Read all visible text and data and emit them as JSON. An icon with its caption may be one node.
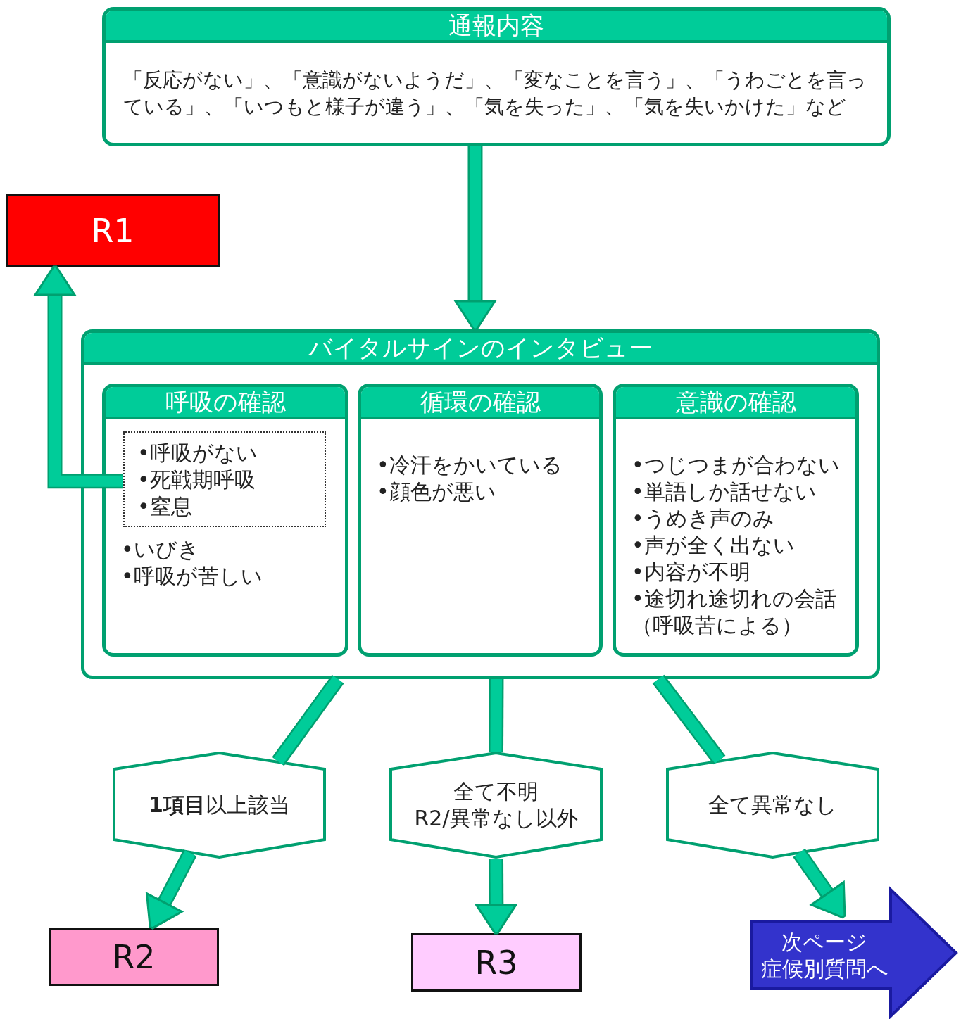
{
  "diagram": {
    "nodes": [
      {
        "text": [
          "通報内容",
          "「反応がない」、「意識がないようだ」、「変なことを言う」、「うわごとを言っている」、「いつもと様子が違う」、「気を失った」、「気を失いかけた」など"
        ]
      },
      {
        "text": [
          "R1"
        ]
      },
      {
        "text": [
          "バイタルサインのインタビュー"
        ]
      },
      {
        "text": [
          "呼吸の確認",
          "•いびき",
          "•呼吸が苦しい"
        ],
        "in": 2
      },
      {
        "text": [
          "•呼吸がない",
          "•死戦期呼吸",
          "•窒息"
        ],
        "in": 3
      },
      {
        "text": [
          "循環の確認",
          "•冷汗をかいている",
          "•顔色が悪い"
        ],
        "in": 2
      },
      {
        "text": [
          "意識の確認",
          "•つじつまが合わない",
          "•単語しか話せない",
          "•うめき声のみ",
          "•声が全く出ない",
          "•内容が不明",
          "•途切れ途切れの会話（呼吸苦による）"
        ],
        "in": 2
      },
      {
        "text": [
          "**1項目**以上該当"
        ]
      },
      {
        "text": [
          "全て不明",
          "R2/異常なし以外"
        ]
      },
      {
        "text": [
          "全て異常なし"
        ]
      },
      {
        "text": [
          "R2"
        ]
      },
      {
        "text": [
          "R3"
        ]
      },
      {
        "text": [
          "次ページ",
          "症候別質問へ"
        ]
      }
    ],
    "edges": [
      {
        "from": 0,
        "to": 2,
        "arrow": "to"
      },
      {
        "from": 4,
        "to": 1,
        "arrow": "to"
      },
      {
        "from": 2,
        "to": 7,
        "arrow": "none"
      },
      {
        "from": 7,
        "to": 10,
        "arrow": "to"
      },
      {
        "from": 2,
        "to": 8,
        "arrow": "none"
      },
      {
        "from": 8,
        "to": 11,
        "arrow": "to"
      },
      {
        "from": 2,
        "to": 9,
        "arrow": "none"
      },
      {
        "from": 9,
        "to": 12,
        "arrow": "to"
      }
    ]
  }
}
